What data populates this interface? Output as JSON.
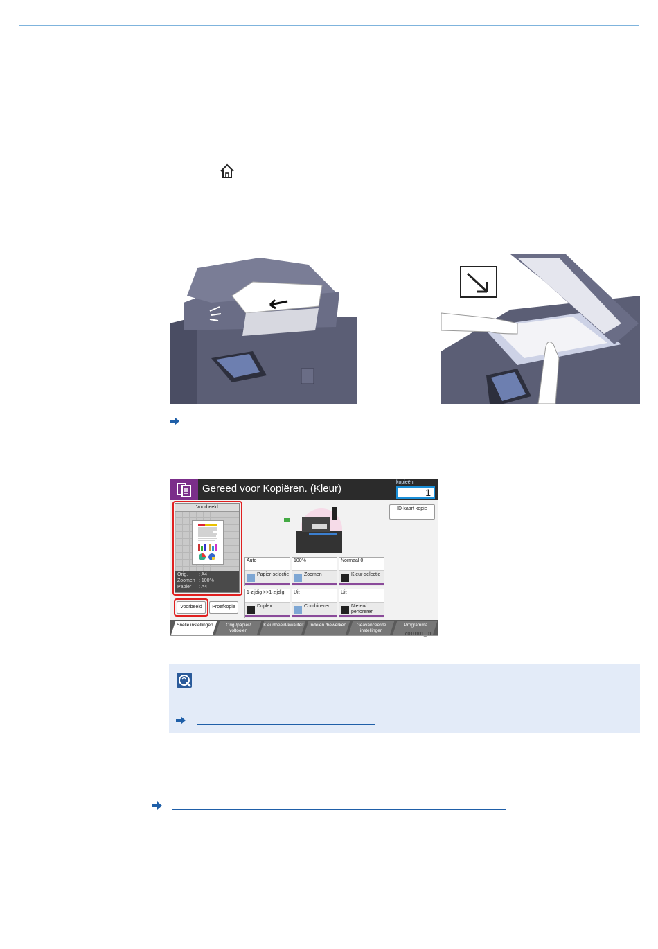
{
  "copy_screen": {
    "title": "Gereed voor Kopiëren. (Kleur)",
    "copies_label": "kopieën",
    "copies_value": "1",
    "preview_header": "Voorbeeld",
    "preview_info": [
      {
        "label": "Orig.",
        "value": ": A4"
      },
      {
        "label": "Zoomen",
        "value": ": 100%"
      },
      {
        "label": "Papier",
        "value": ": A4"
      }
    ],
    "id_card_button": "ID-kaart kopie",
    "function_buttons": [
      {
        "value": "Auto",
        "label": "Papier-selectie",
        "icon": "paper-select-icon"
      },
      {
        "value": "100%",
        "label": "Zoomen",
        "icon": "zoom-icon"
      },
      {
        "value": "Normaal 0",
        "label": "Kleur-selectie",
        "icon": "color-select-icon"
      },
      {
        "value": "1-zijdig >>1-zijdig",
        "label": "Duplex",
        "icon": "duplex-icon"
      },
      {
        "value": "Uit",
        "label": "Combineren",
        "icon": "combine-icon"
      },
      {
        "value": "Uit",
        "label": "Nieten/ perforeren",
        "icon": "staple-icon"
      }
    ],
    "preview_button": "Voorbeeld",
    "proof_copy_button": "Proefkopie",
    "tabs": [
      "Snelle instellingen",
      "Orig./papier/ voltooien",
      "Kleur/beeld-kwaliteit",
      "Indelen /bewerken",
      "Geavanceerde instellingen",
      "Programma"
    ],
    "image_code": "c010101_01"
  },
  "colors": {
    "link": "#1f5fa8",
    "accent_line": "#7fb4dd",
    "note_bg": "#e3ebf8",
    "highlight": "#e02020",
    "mode_purple": "#7b2e8a"
  }
}
